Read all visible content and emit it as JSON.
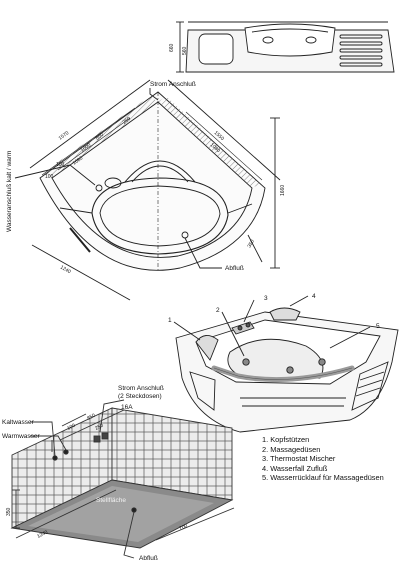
{
  "front_view": {
    "dim_height_total": "660",
    "dim_height_body": "560"
  },
  "top_view": {
    "label_power": "Strom Anschluß",
    "label_water": "Wasseranschluß kalt / warm",
    "label_drain": "Abfluß",
    "dim_1570": "1570",
    "dim_1000": "1000",
    "dim_850": "850",
    "dim_250_top": "250",
    "dim_1550": "1550",
    "dim_1080": "1080",
    "dim_1080b": "1080",
    "dim_100": "100",
    "dim_100b": "100",
    "dim_1240": "1240",
    "dim_350": "350",
    "dim_1660": "1660"
  },
  "callout_numbers": [
    "1",
    "2",
    "3",
    "4",
    "5"
  ],
  "installation": {
    "label_power": "Strom Anschluß",
    "label_sockets": "(2 Steckdosen)",
    "label_amp": "16A",
    "label_cold": "Kaltwasser",
    "label_warm": "Warmwasser",
    "label_floor": "Stellfläche",
    "label_drain": "Abfluß",
    "dim_100": "100",
    "dim_850": "850",
    "dim_250": "250",
    "dim_350": "350",
    "dim_1240": "1240",
    "dim_700": "700"
  },
  "legend": [
    "1. Kopfstützen",
    "2. Massagedüsen",
    "3. Thermostat Mischer",
    "4. Wasserfall Zufluß",
    "5. Wasserrücklauf für Massagedüsen"
  ]
}
